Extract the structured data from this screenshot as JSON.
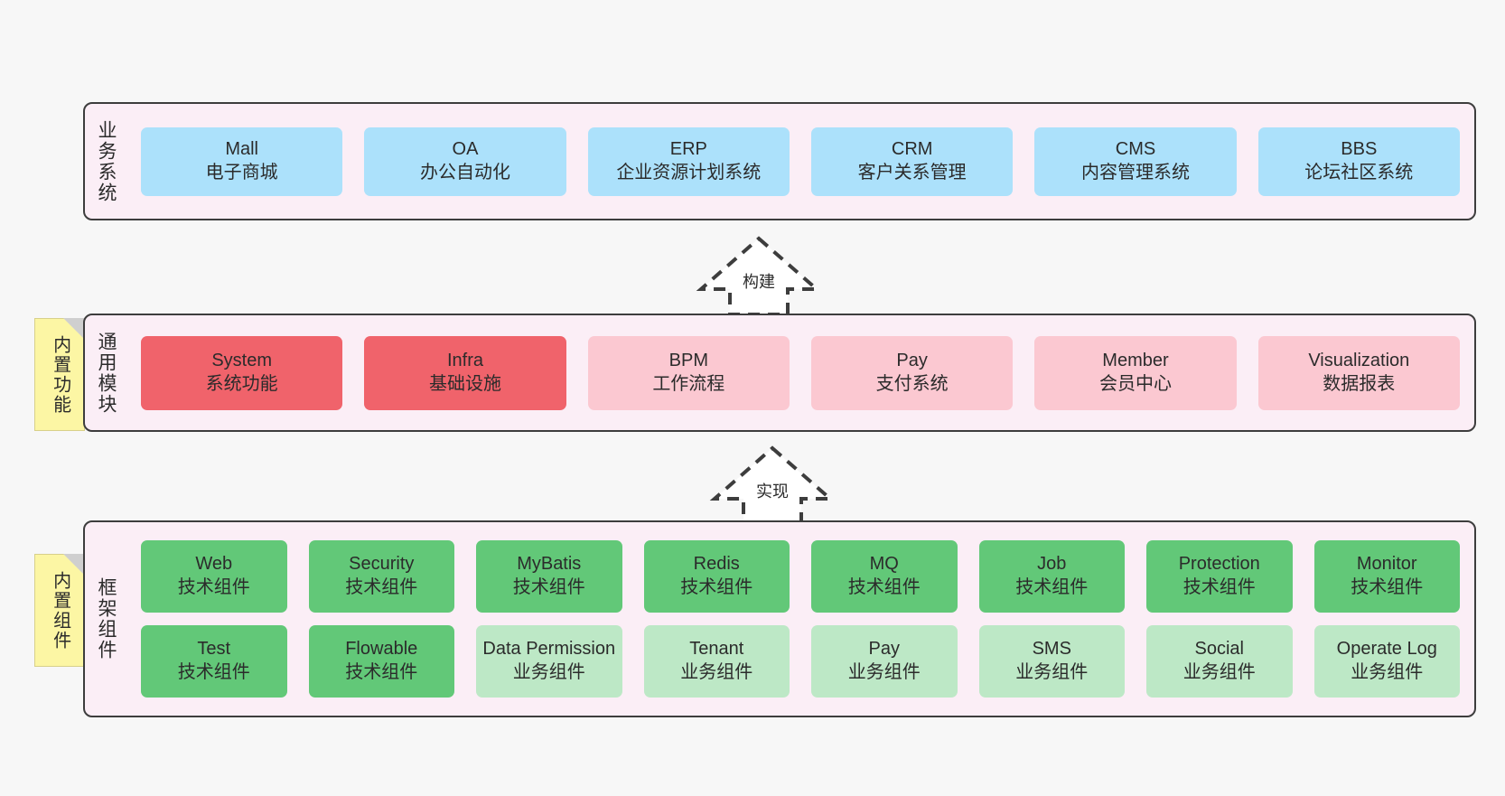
{
  "layers": [
    {
      "title": "业务系统",
      "rows": [
        [
          {
            "en": "Mall",
            "cn": "电子商城",
            "color": "blue"
          },
          {
            "en": "OA",
            "cn": "办公自动化",
            "color": "blue"
          },
          {
            "en": "ERP",
            "cn": "企业资源计划系统",
            "color": "blue"
          },
          {
            "en": "CRM",
            "cn": "客户关系管理",
            "color": "blue"
          },
          {
            "en": "CMS",
            "cn": "内容管理系统",
            "color": "blue"
          },
          {
            "en": "BBS",
            "cn": "论坛社区系统",
            "color": "blue"
          }
        ]
      ]
    },
    {
      "title": "通用模块",
      "rows": [
        [
          {
            "en": "System",
            "cn": "系统功能",
            "color": "red"
          },
          {
            "en": "Infra",
            "cn": "基础设施",
            "color": "red"
          },
          {
            "en": "BPM",
            "cn": "工作流程",
            "color": "pink"
          },
          {
            "en": "Pay",
            "cn": "支付系统",
            "color": "pink"
          },
          {
            "en": "Member",
            "cn": "会员中心",
            "color": "pink"
          },
          {
            "en": "Visualization",
            "cn": "数据报表",
            "color": "pink"
          }
        ]
      ]
    },
    {
      "title": "框架组件",
      "rows": [
        [
          {
            "en": "Web",
            "cn": "技术组件",
            "color": "green"
          },
          {
            "en": "Security",
            "cn": "技术组件",
            "color": "green"
          },
          {
            "en": "MyBatis",
            "cn": "技术组件",
            "color": "green"
          },
          {
            "en": "Redis",
            "cn": "技术组件",
            "color": "green"
          },
          {
            "en": "MQ",
            "cn": "技术组件",
            "color": "green"
          },
          {
            "en": "Job",
            "cn": "技术组件",
            "color": "green"
          },
          {
            "en": "Protection",
            "cn": "技术组件",
            "color": "green"
          },
          {
            "en": "Monitor",
            "cn": "技术组件",
            "color": "green"
          }
        ],
        [
          {
            "en": "Test",
            "cn": "技术组件",
            "color": "green"
          },
          {
            "en": "Flowable",
            "cn": "技术组件",
            "color": "green"
          },
          {
            "en": "Data Permission",
            "cn": "业务组件",
            "color": "lightgreen"
          },
          {
            "en": "Tenant",
            "cn": "业务组件",
            "color": "lightgreen"
          },
          {
            "en": "Pay",
            "cn": "业务组件",
            "color": "lightgreen"
          },
          {
            "en": "SMS",
            "cn": "业务组件",
            "color": "lightgreen"
          },
          {
            "en": "Social",
            "cn": "业务组件",
            "color": "lightgreen"
          },
          {
            "en": "Operate Log",
            "cn": "业务组件",
            "color": "lightgreen"
          }
        ]
      ]
    }
  ],
  "notes": [
    {
      "label": "内置功能"
    },
    {
      "label": "内置组件"
    }
  ],
  "arrows": [
    {
      "label": "构建"
    },
    {
      "label": "实现"
    }
  ],
  "colors": {
    "blue": "#ace1fb",
    "red": "#f0636b",
    "pink": "#fbc8d1",
    "green": "#62c878",
    "lightgreen": "#bde8c6",
    "layer_bg": "#fbeef6",
    "layer_border": "#3d3d3d",
    "note_bg": "#fcf6a4",
    "page_bg": "#f7f7f7"
  }
}
